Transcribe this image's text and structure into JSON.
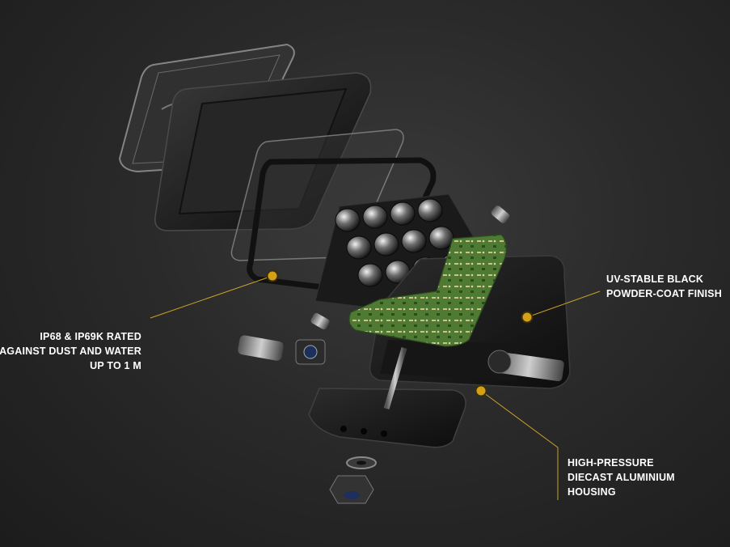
{
  "callouts": {
    "ip_rating": {
      "lines": [
        "IP68 & IP69K RATED",
        "AGAINST DUST AND WATER",
        "UP TO 1 M"
      ]
    },
    "finish": {
      "lines": [
        "UV-STABLE BLACK",
        "POWDER-COAT FINISH"
      ]
    },
    "housing": {
      "lines": [
        "HIGH-PRESSURE",
        "DIECAST ALUMINIUM",
        "HOUSING"
      ]
    }
  },
  "colors": {
    "background": "#2a2a2a",
    "marker": "#d4a017",
    "leader_line": "#c9a227",
    "text": "#ffffff",
    "pcb_green": "#4f7a34"
  }
}
